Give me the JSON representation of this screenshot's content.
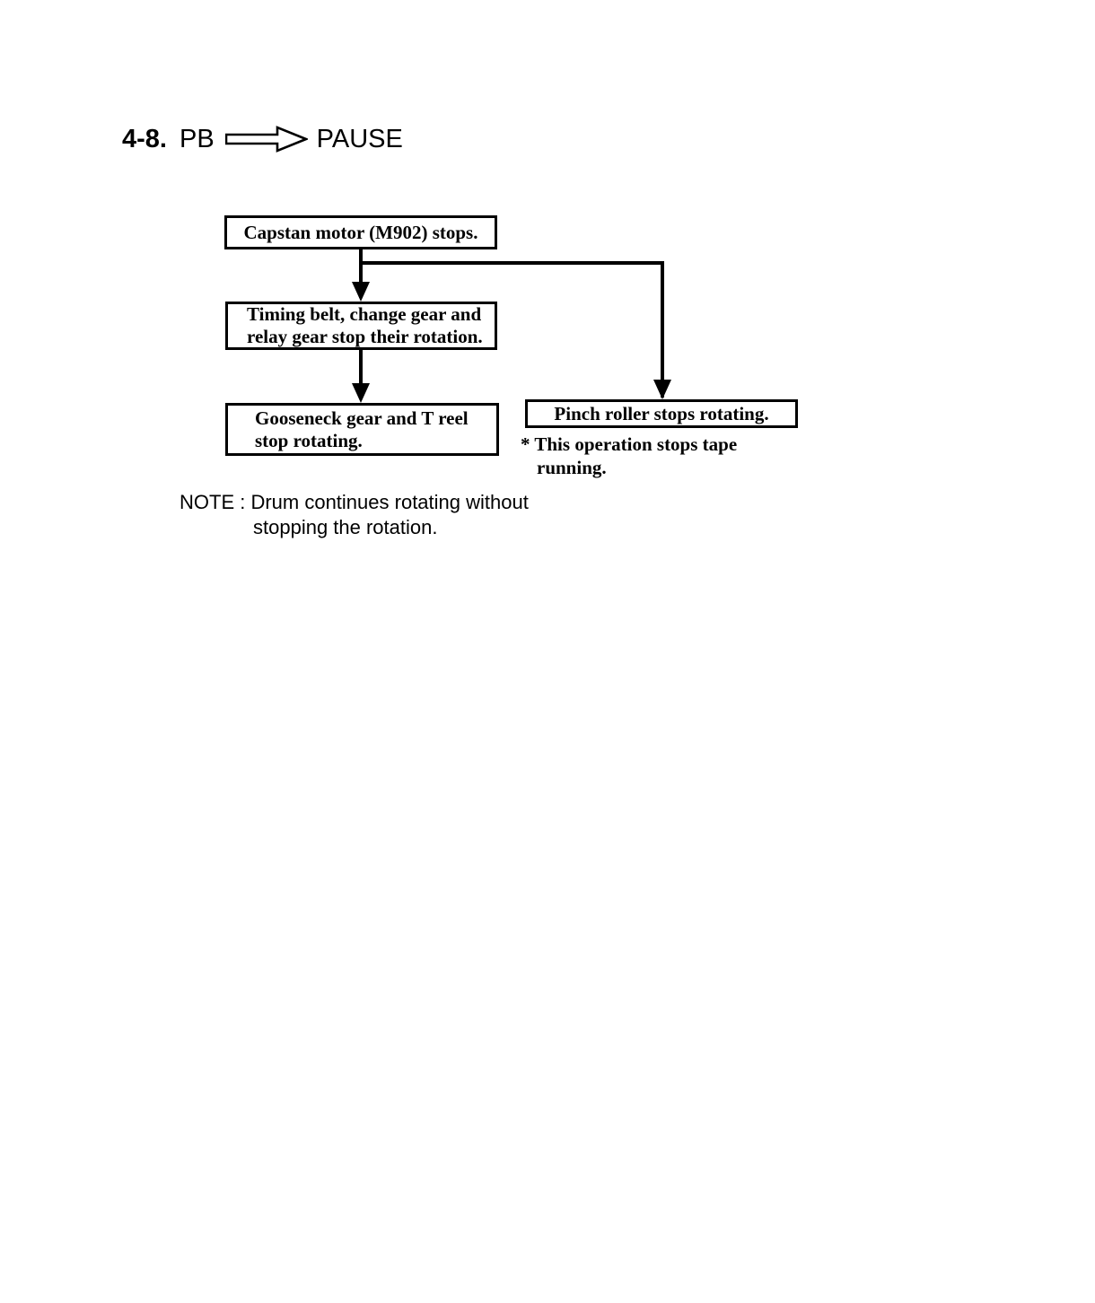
{
  "page": {
    "heading": {
      "number": "4-8.",
      "source_mode": "PB",
      "arrow_icon": "hollow-right-arrow",
      "target_mode": "PAUSE"
    },
    "diagram": {
      "type": "flowchart",
      "nodes": [
        {
          "id": "capstan",
          "text": "Capstan motor (M902) stops."
        },
        {
          "id": "timing",
          "text": "Timing belt, change gear and\nrelay gear stop their rotation."
        },
        {
          "id": "gooseneck",
          "text": "Gooseneck gear and T reel\nstop rotating."
        },
        {
          "id": "pinch",
          "text": "Pinch roller stops rotating."
        }
      ],
      "edges": [
        {
          "from": "capstan",
          "to": "timing",
          "style": "straight-down-arrow"
        },
        {
          "from": "timing",
          "to": "gooseneck",
          "style": "straight-down-arrow"
        },
        {
          "from": "capstan",
          "to": "pinch",
          "style": "branch-right-then-down-arrow"
        }
      ],
      "line_color": "#000000",
      "box_fill": "#ffffff"
    },
    "footnote": {
      "marker": "*",
      "line1": "This operation stops tape",
      "line2": "running."
    },
    "note": {
      "line1": "NOTE : Drum continues rotating without",
      "line2": "stopping the rotation."
    }
  }
}
